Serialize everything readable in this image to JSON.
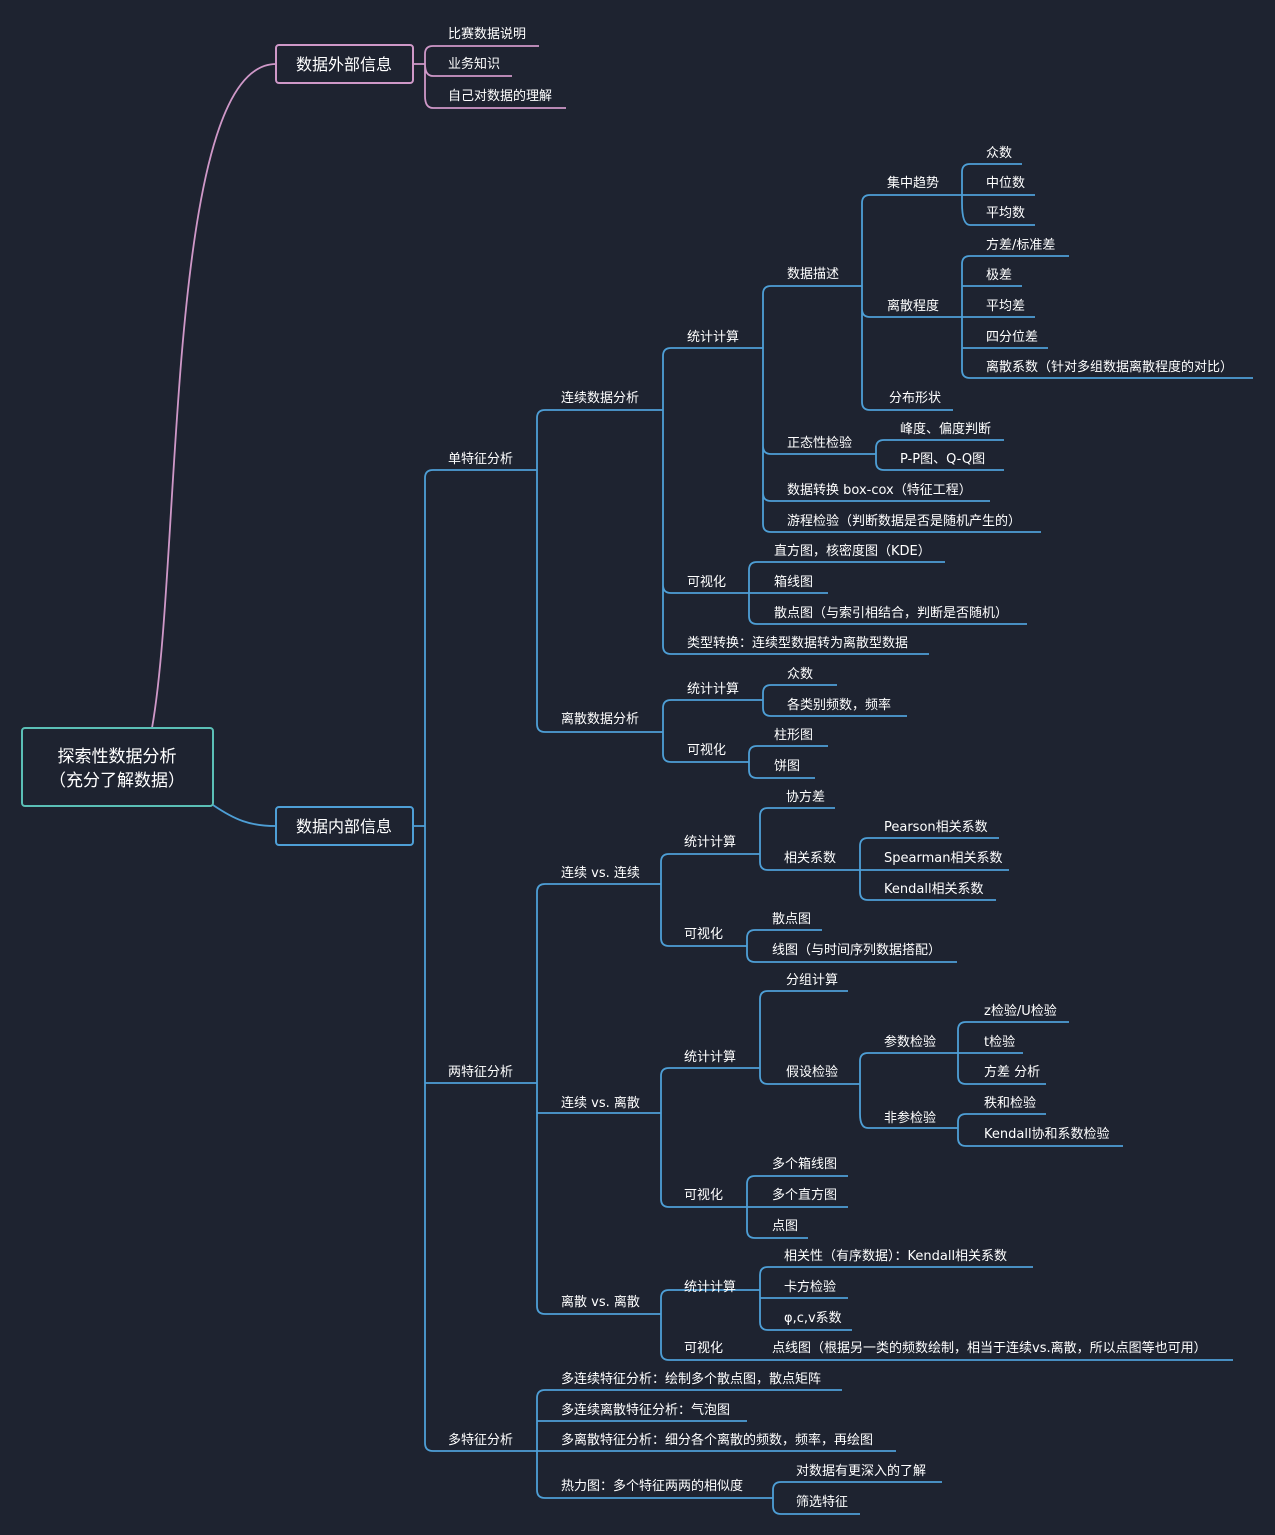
{
  "root": {
    "line1": "探索性数据分析",
    "line2": "（充分了解数据）"
  },
  "colors": {
    "background": "#1e2330",
    "root_border": "#5bbfb6",
    "internal_branch": "#4e9fd6",
    "external_branch": "#cf98c8",
    "text": "#ffffff"
  },
  "external": {
    "label": "数据外部信息",
    "items": [
      "比赛数据说明",
      "业务知识",
      "自己对数据的理解"
    ]
  },
  "internal": {
    "label": "数据内部信息",
    "single": {
      "label": "单特征分析",
      "continuous": {
        "label": "连续数据分析",
        "stats": {
          "label": "统计计算",
          "describe": {
            "label": "数据描述",
            "central": {
              "label": "集中趋势",
              "items": [
                "众数",
                "中位数",
                "平均数"
              ]
            },
            "dispersion": {
              "label": "离散程度",
              "items": [
                "方差/标准差",
                "极差",
                "平均差",
                "四分位差",
                "离散系数（针对多组数据离散程度的对比）"
              ]
            },
            "shape": "分布形状"
          },
          "normality": {
            "label": "正态性检验",
            "items": [
              "峰度、偏度判断",
              "P-P图、Q-Q图"
            ]
          },
          "transform": "数据转换 box-cox（特征工程）",
          "runs": "游程检验（判断数据是否是随机产生的）"
        },
        "viz": {
          "label": "可视化",
          "items": [
            "直方图，核密度图（KDE）",
            "箱线图",
            "散点图（与索引相结合，判断是否随机）"
          ]
        },
        "typeconv": "类型转换：连续型数据转为离散型数据"
      },
      "discrete": {
        "label": "离散数据分析",
        "stats": {
          "label": "统计计算",
          "items": [
            "众数",
            "各类别频数，频率"
          ]
        },
        "viz": {
          "label": "可视化",
          "items": [
            "柱形图",
            "饼图"
          ]
        }
      }
    },
    "two": {
      "label": "两特征分析",
      "cc": {
        "label": "连续 vs. 连续",
        "stats": {
          "label": "统计计算",
          "cov": "协方差",
          "corr": {
            "label": "相关系数",
            "items": [
              "Pearson相关系数",
              "Spearman相关系数",
              "Kendall相关系数"
            ]
          }
        },
        "viz": {
          "label": "可视化",
          "items": [
            "散点图",
            "线图（与时间序列数据搭配）"
          ]
        }
      },
      "cd": {
        "label": "连续 vs. 离散",
        "stats": {
          "label": "统计计算",
          "group": "分组计算",
          "hyp": {
            "label": "假设检验",
            "param": {
              "label": "参数检验",
              "items": [
                "z检验/U检验",
                "t检验",
                "方差 分析"
              ]
            },
            "nonparam": {
              "label": "非参检验",
              "items": [
                "秩和检验",
                "Kendall协和系数检验"
              ]
            }
          }
        },
        "viz": {
          "label": "可视化",
          "items": [
            "多个箱线图",
            "多个直方图",
            "点图"
          ]
        }
      },
      "dd": {
        "label": "离散 vs. 离散",
        "stats": {
          "label": "统计计算",
          "items": [
            "相关性（有序数据）：Kendall相关系数",
            "卡方检验",
            "φ,c,v系数"
          ]
        },
        "viz": {
          "label": "可视化",
          "item": "点线图（根据另一类的频数绘制，相当于连续vs.离散，所以点图等也可用）"
        }
      }
    },
    "multi": {
      "label": "多特征分析",
      "items": [
        "多连续特征分析：绘制多个散点图，散点矩阵",
        "多连续离散特征分析：气泡图",
        "多离散特征分析：细分各个离散的频数，频率，再绘图"
      ],
      "heatmap": {
        "label": "热力图：多个特征两两的相似度",
        "items": [
          "对数据有更深入的了解",
          "筛选特征"
        ]
      }
    }
  }
}
